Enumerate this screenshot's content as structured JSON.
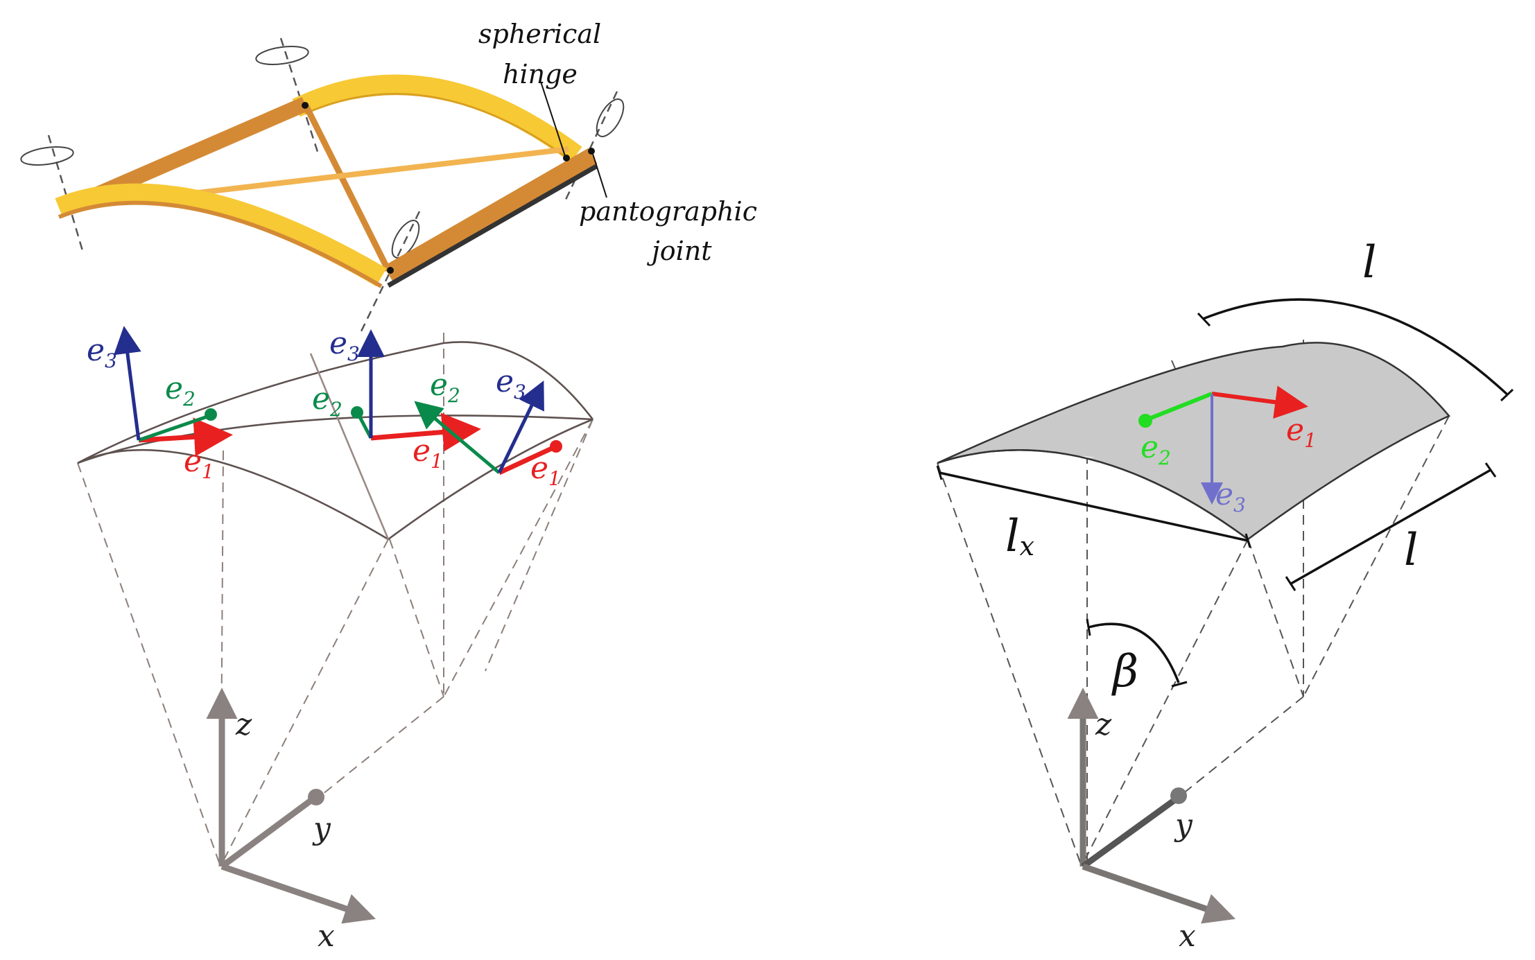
{
  "colors": {
    "frame_light": "#F7C934",
    "frame_dark": "#D48A35",
    "e1": "#E82020",
    "e2_left": "#0A8A4A",
    "e2_right": "#22DD22",
    "e3_left": "#242E8E",
    "e3_right": "#7070CC",
    "axis": "#8A8280",
    "shell_fill": "#C9C9C9"
  },
  "left_panel": {
    "callouts": {
      "spherical_1": "spherical",
      "spherical_2": "hinge",
      "pantographic_1": "pantographic",
      "pantographic_2": "joint"
    },
    "vector_labels": {
      "e_main": "e",
      "sub1": "1",
      "sub2": "2",
      "sub3": "3"
    },
    "axes": {
      "x": "x",
      "y": "y",
      "z": "z"
    }
  },
  "right_panel": {
    "dimensions": {
      "arc": "l",
      "side": "l",
      "lx_main": "l",
      "lx_sub": "x",
      "angle": "β"
    },
    "vector_labels": {
      "e_main": "e",
      "sub1": "1",
      "sub2": "2",
      "sub3": "3"
    },
    "axes": {
      "x": "x",
      "y": "y",
      "z": "z"
    }
  }
}
